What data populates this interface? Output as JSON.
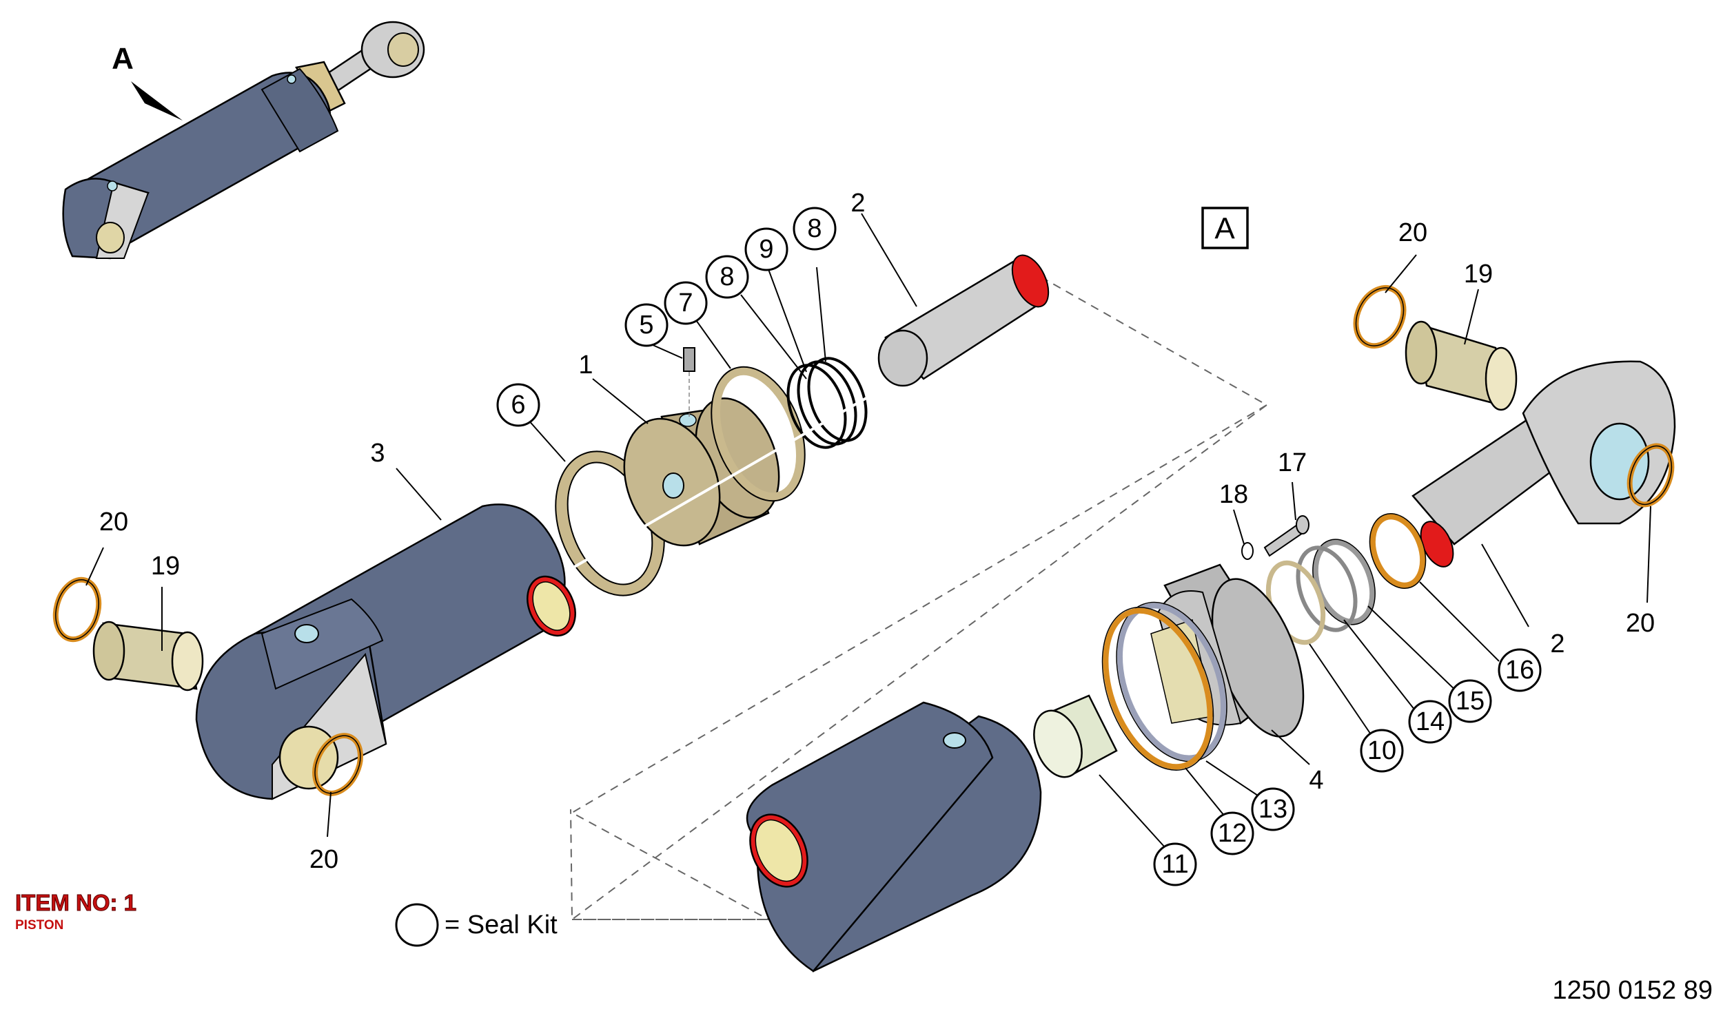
{
  "view": {
    "label": "A",
    "box_label": "A"
  },
  "callouts": {
    "n1": "1",
    "n2a": "2",
    "n2b": "2",
    "n3": "3",
    "n4": "4",
    "n5": "5",
    "n6": "6",
    "n7": "7",
    "n8a": "8",
    "n8b": "8",
    "n9": "9",
    "n10": "10",
    "n11": "11",
    "n12": "12",
    "n13": "13",
    "n14": "14",
    "n15": "15",
    "n16": "16",
    "n17": "17",
    "n18": "18",
    "n19a": "19",
    "n19b": "19",
    "n20a": "20",
    "n20b": "20",
    "n20c": "20",
    "n20d": "20"
  },
  "item": {
    "title": "ITEM NO: 1",
    "subtitle": "PISTON"
  },
  "legend": {
    "text": "= Seal Kit"
  },
  "document_number": "1250 0152 89",
  "colors": {
    "barrel": "#5f6c88",
    "barrel_dark": "#46526b",
    "bronze": "#c9b98d",
    "bushing": "#dcd3b0",
    "steel": "#c8c8c8",
    "seal_orange": "#d98c1e",
    "seal_red": "#e21b1b",
    "clear": "#b8dfe9",
    "wiper": "#e5ecd2"
  }
}
